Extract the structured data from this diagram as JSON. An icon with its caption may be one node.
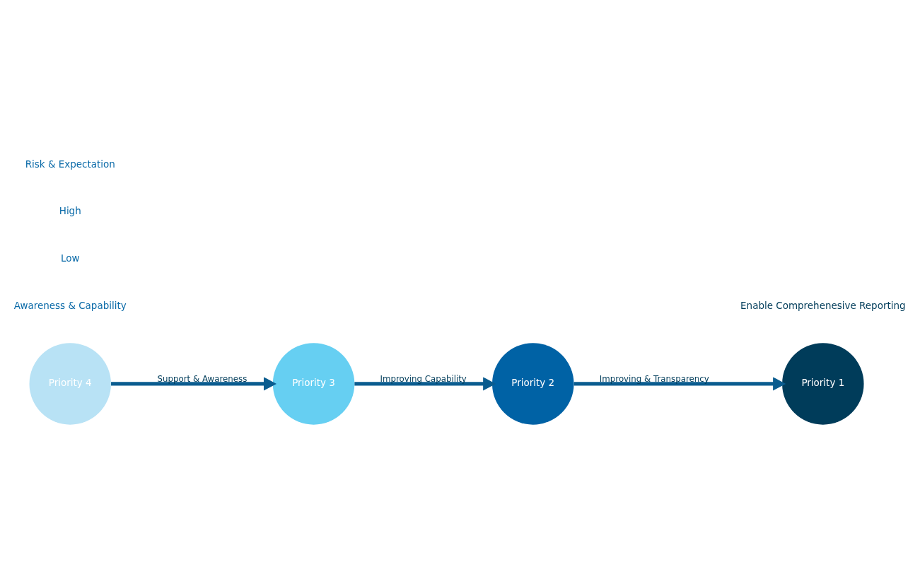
{
  "diagram": {
    "nodes": [
      {
        "text": [
          "Priority 1"
        ],
        "beside": [
          "Enable Comprehenesive Reporting"
        ]
      },
      {
        "text": [
          "Priority 2"
        ]
      },
      {
        "text": [
          "Priority 3"
        ]
      },
      {
        "text": [
          "Priority 4"
        ]
      }
    ],
    "edges": [
      {
        "from": 3,
        "to": 2,
        "arrow": "to",
        "label": "Support & Awareness"
      },
      {
        "from": 2,
        "to": 1,
        "arrow": "to",
        "label": "Improving Capability"
      },
      {
        "from": 1,
        "to": 0,
        "arrow": "to",
        "label": "Improving & Transparency"
      }
    ],
    "labels": [
      "Awareness & Capability",
      "Low",
      "High",
      "Risk & Expectation"
    ]
  }
}
